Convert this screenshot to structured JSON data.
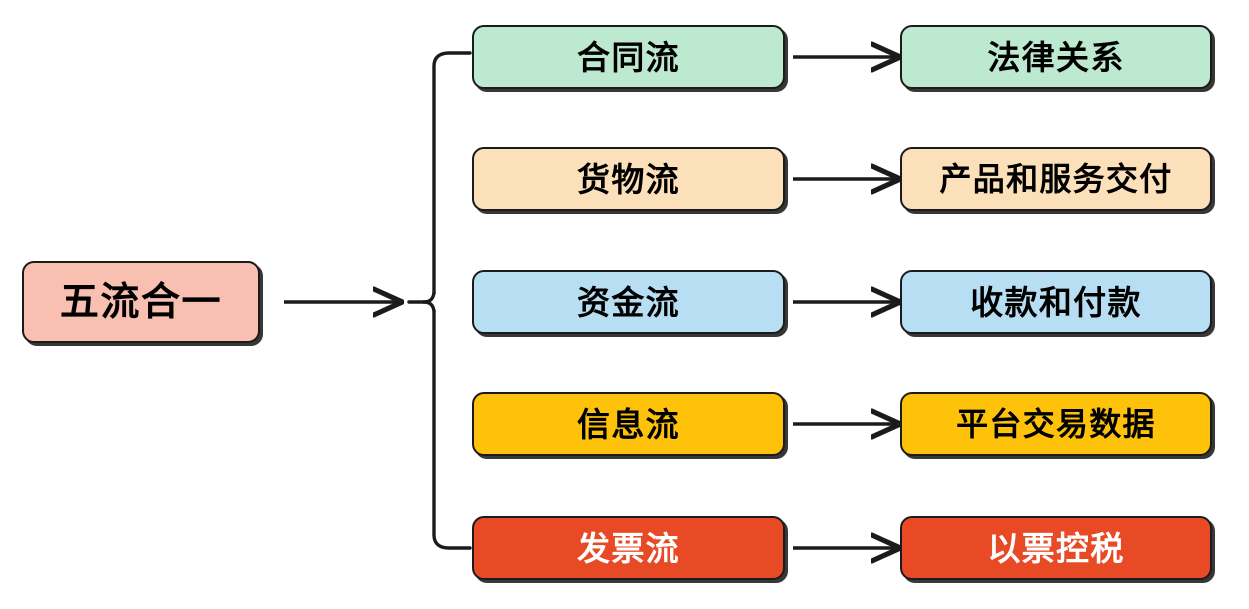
{
  "diagram": {
    "title": "五流合一",
    "type": "flow-branch-diagram",
    "root": {
      "label": "五流合一",
      "fill": "#F9BFB0",
      "text_color": "#000000"
    },
    "branch_connector": {
      "icon": "curly-brace-connector",
      "arrow_icon": "arrow-right-icon"
    },
    "rows": [
      {
        "flow": {
          "label": "合同流",
          "fill": "#BDE9D1",
          "text_color": "#000000"
        },
        "arrow": {
          "icon": "arrow-right-icon"
        },
        "result": {
          "label": "法律关系",
          "fill": "#BDE9D1",
          "text_color": "#000000"
        }
      },
      {
        "flow": {
          "label": "货物流",
          "fill": "#FBE0BA",
          "text_color": "#000000"
        },
        "arrow": {
          "icon": "arrow-right-icon"
        },
        "result": {
          "label": "产品和服务交付",
          "fill": "#FBE0BA",
          "text_color": "#000000"
        }
      },
      {
        "flow": {
          "label": "资金流",
          "fill": "#B8DEF3",
          "text_color": "#000000"
        },
        "arrow": {
          "icon": "arrow-right-icon"
        },
        "result": {
          "label": "收款和付款",
          "fill": "#B8DEF3",
          "text_color": "#000000"
        }
      },
      {
        "flow": {
          "label": "信息流",
          "fill": "#FFC20A",
          "text_color": "#000000"
        },
        "arrow": {
          "icon": "arrow-right-icon"
        },
        "result": {
          "label": "平台交易数据",
          "fill": "#FFC20A",
          "text_color": "#000000"
        }
      },
      {
        "flow": {
          "label": "发票流",
          "fill": "#E84A26",
          "text_color": "#FFFFFF"
        },
        "arrow": {
          "icon": "arrow-right-icon"
        },
        "result": {
          "label": "以票控税",
          "fill": "#E84A26",
          "text_color": "#FFFFFF"
        }
      }
    ],
    "colors": {
      "stroke": "#1b1b1b",
      "background": "#FFFFFF"
    }
  }
}
